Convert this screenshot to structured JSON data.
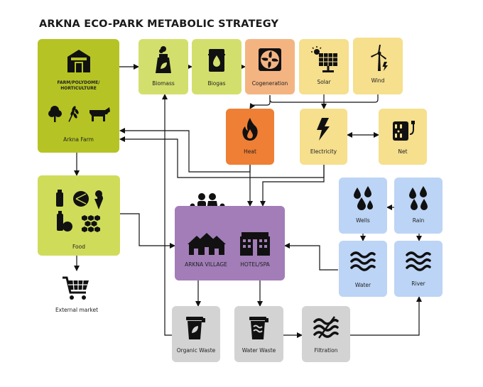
{
  "title": "ARKNA ECO-PARK METABOLIC STRATEGY",
  "colors": {
    "farm_green": "#b5c424",
    "food_green": "#cfdc5a",
    "light_green": "#d3df6c",
    "cogeneration": "#f4b481",
    "yellow": "#f6df8d",
    "heat": "#ee7f34",
    "purple": "#a27db8",
    "blue": "#bcd4f5",
    "grey": "#d3d3d3",
    "arrow": "#111111"
  },
  "nodes": {
    "farm": {
      "icon": "barn-icon",
      "subtitle": "FARM/POLYDOME/\nHORTICULTURE",
      "label": "Arkna Farm"
    },
    "biomass": {
      "icon": "biomass-icon",
      "label": "Biomass"
    },
    "biogas": {
      "icon": "barrel-icon",
      "label": "Biogas"
    },
    "cogeneration": {
      "icon": "fan-icon",
      "label": "Cogeneration"
    },
    "solar": {
      "icon": "solar-panel-icon",
      "label": "Solar"
    },
    "wind": {
      "icon": "wind-turbine-icon",
      "label": "Wind"
    },
    "heat": {
      "icon": "flame-icon",
      "label": "Heat"
    },
    "electricity": {
      "icon": "lightning-icon",
      "label": "Electricity"
    },
    "net": {
      "icon": "power-outlet-icon",
      "label": "Net"
    },
    "food": {
      "icon": "food-icon",
      "label": "Food"
    },
    "external_market": {
      "icon": "shopping-cart-icon",
      "label": "External market"
    },
    "settlement": {
      "icon": "family-icon",
      "village_label": "ARKNA VILLAGE",
      "hotel_label": "HOTEL/SPA"
    },
    "wells": {
      "icon": "water-drops-icon",
      "label": "Wells"
    },
    "rain": {
      "icon": "rain-drops-icon",
      "label": "Rain"
    },
    "water": {
      "icon": "waves-icon",
      "label": "Water"
    },
    "river": {
      "icon": "river-waves-icon",
      "label": "River"
    },
    "organic_waste": {
      "icon": "organic-bin-icon",
      "label": "Organic Waste"
    },
    "water_waste": {
      "icon": "water-bin-icon",
      "label": "Water Waste"
    },
    "filtration": {
      "icon": "filtration-icon",
      "label": "Filtration"
    }
  }
}
